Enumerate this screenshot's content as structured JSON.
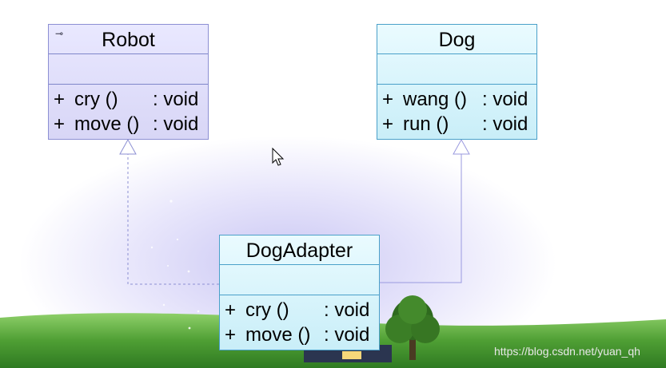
{
  "classes": {
    "robot": {
      "name": "Robot",
      "operations": [
        {
          "visibility": "+",
          "name": "cry ()",
          "return": ": void"
        },
        {
          "visibility": "+",
          "name": "move ()",
          "return": ": void"
        }
      ]
    },
    "dog": {
      "name": "Dog",
      "operations": [
        {
          "visibility": "+",
          "name": "wang ()",
          "return": ": void"
        },
        {
          "visibility": "+",
          "name": "run ()",
          "return": ": void"
        }
      ]
    },
    "adapter": {
      "name": "DogAdapter",
      "operations": [
        {
          "visibility": "+",
          "name": "cry ()",
          "return": ": void"
        },
        {
          "visibility": "+",
          "name": "move ()",
          "return": ": void"
        }
      ]
    }
  },
  "interface_icon": "interface-lollipop-icon",
  "watermark": "https://blog.csdn.net/yuan_qh",
  "colors": {
    "robot_fill": "#dcdaf7",
    "dog_fill": "#d3f1fa",
    "robot_border": "#8c8fd3",
    "dog_border": "#4aa0c9",
    "realization_line": "#8c8fd3",
    "generalization_line": "#9a9adf",
    "grass": "#5aa63a"
  }
}
